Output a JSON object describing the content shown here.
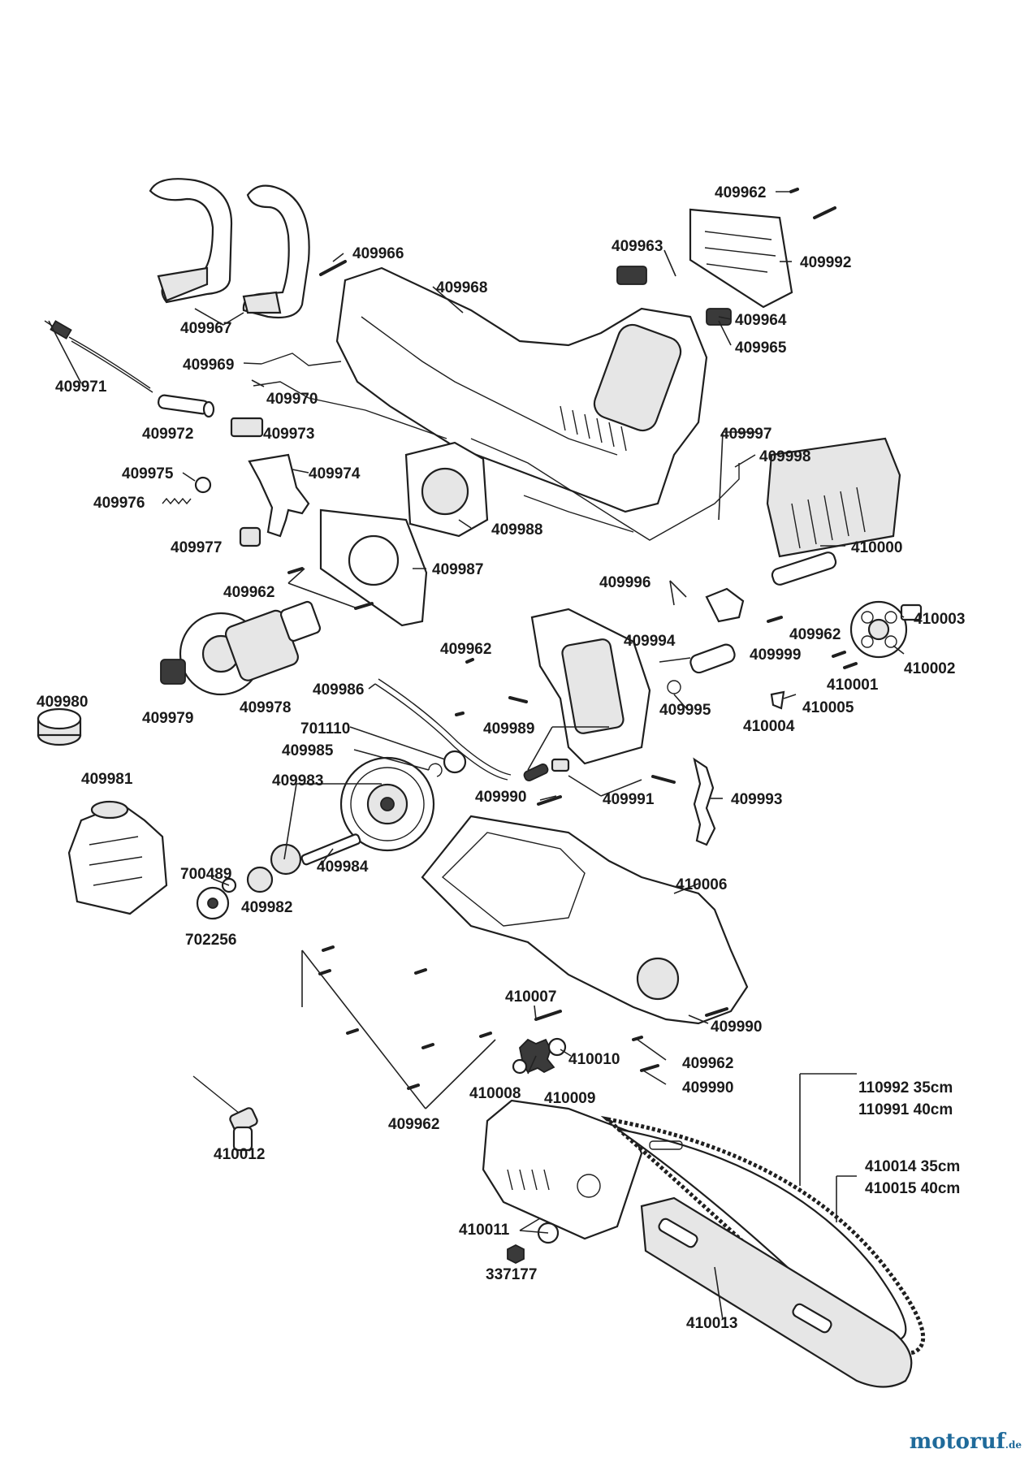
{
  "parts": [
    {
      "id": "p409962a",
      "label": "409962"
    },
    {
      "id": "p409966",
      "label": "409966"
    },
    {
      "id": "p409963",
      "label": "409963"
    },
    {
      "id": "p409992",
      "label": "409992"
    },
    {
      "id": "p409968",
      "label": "409968"
    },
    {
      "id": "p409967",
      "label": "409967"
    },
    {
      "id": "p409964",
      "label": "409964"
    },
    {
      "id": "p409965",
      "label": "409965"
    },
    {
      "id": "p409969",
      "label": "409969"
    },
    {
      "id": "p409971",
      "label": "409971"
    },
    {
      "id": "p409970",
      "label": "409970"
    },
    {
      "id": "p409972",
      "label": "409972"
    },
    {
      "id": "p409973",
      "label": "409973"
    },
    {
      "id": "p409997",
      "label": "409997"
    },
    {
      "id": "p409998",
      "label": "409998"
    },
    {
      "id": "p409975",
      "label": "409975"
    },
    {
      "id": "p409974",
      "label": "409974"
    },
    {
      "id": "p409976",
      "label": "409976"
    },
    {
      "id": "p409988",
      "label": "409988"
    },
    {
      "id": "p410000",
      "label": "410000"
    },
    {
      "id": "p409977",
      "label": "409977"
    },
    {
      "id": "p409987",
      "label": "409987"
    },
    {
      "id": "p409962b",
      "label": "409962"
    },
    {
      "id": "p409996",
      "label": "409996"
    },
    {
      "id": "p409962c",
      "label": "409962"
    },
    {
      "id": "p410003",
      "label": "410003"
    },
    {
      "id": "p409994",
      "label": "409994"
    },
    {
      "id": "p409999",
      "label": "409999"
    },
    {
      "id": "p410002",
      "label": "410002"
    },
    {
      "id": "p409962d",
      "label": "409962"
    },
    {
      "id": "p410001",
      "label": "410001"
    },
    {
      "id": "p409986",
      "label": "409986"
    },
    {
      "id": "p409995",
      "label": "409995"
    },
    {
      "id": "p410005",
      "label": "410005"
    },
    {
      "id": "p409980",
      "label": "409980"
    },
    {
      "id": "p409978",
      "label": "409978"
    },
    {
      "id": "p409979",
      "label": "409979"
    },
    {
      "id": "p410004",
      "label": "410004"
    },
    {
      "id": "p701110",
      "label": "701110"
    },
    {
      "id": "p409989",
      "label": "409989"
    },
    {
      "id": "p409985",
      "label": "409985"
    },
    {
      "id": "p409981",
      "label": "409981"
    },
    {
      "id": "p409983",
      "label": "409983"
    },
    {
      "id": "p409990a",
      "label": "409990"
    },
    {
      "id": "p409991",
      "label": "409991"
    },
    {
      "id": "p409993",
      "label": "409993"
    },
    {
      "id": "p409984",
      "label": "409984"
    },
    {
      "id": "p700489",
      "label": "700489"
    },
    {
      "id": "p410006",
      "label": "410006"
    },
    {
      "id": "p409982",
      "label": "409982"
    },
    {
      "id": "p702256",
      "label": "702256"
    },
    {
      "id": "p410007",
      "label": "410007"
    },
    {
      "id": "p409990b",
      "label": "409990"
    },
    {
      "id": "p409962e",
      "label": "409962"
    },
    {
      "id": "p410010",
      "label": "410010"
    },
    {
      "id": "p410008",
      "label": "410008"
    },
    {
      "id": "p410009",
      "label": "410009"
    },
    {
      "id": "p409990c",
      "label": "409990"
    },
    {
      "id": "p409962f",
      "label": "409962"
    },
    {
      "id": "p110992",
      "label": "110992  35cm"
    },
    {
      "id": "p110991",
      "label": "110991  40cm"
    },
    {
      "id": "p410012",
      "label": "410012"
    },
    {
      "id": "p410014",
      "label": "410014  35cm"
    },
    {
      "id": "p410015",
      "label": "410015  40cm"
    },
    {
      "id": "p410011",
      "label": "410011"
    },
    {
      "id": "p337177",
      "label": "337177"
    },
    {
      "id": "p410013",
      "label": "410013"
    }
  ],
  "watermark": {
    "name": "motoruf",
    "tld": ".de"
  }
}
